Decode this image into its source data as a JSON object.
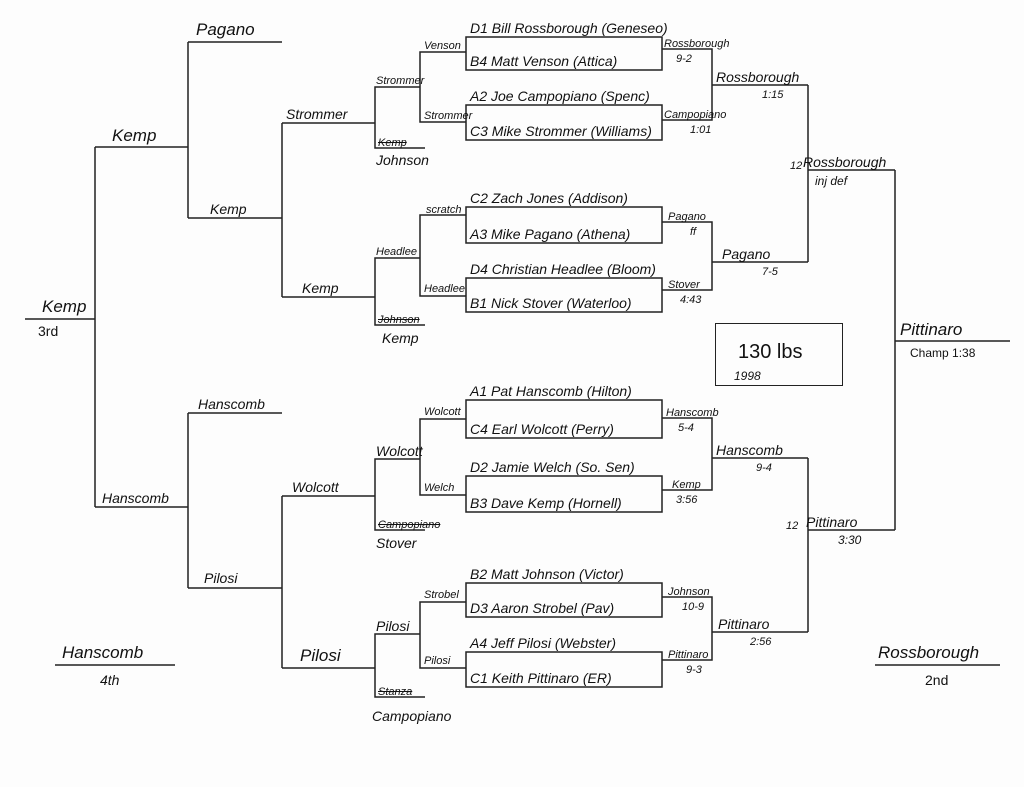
{
  "weight_class": {
    "label": "130 lbs",
    "year": "1998"
  },
  "round1": [
    {
      "top": "D1 Bill Rossborough (Geneseo)",
      "bottom": "B4 Matt Venson (Attica)",
      "winner": "Rossborough",
      "result": "9-2",
      "loser": "Venson"
    },
    {
      "top": "A2 Joe Campopiano (Spenc)",
      "bottom": "C3 Mike Strommer (Williams)",
      "winner": "Campopiano",
      "result": "1:01",
      "loser": "Strommer"
    },
    {
      "top": "C2 Zach Jones (Addison)",
      "bottom": "A3 Mike Pagano (Athena)",
      "winner": "Pagano",
      "result": "ff",
      "loser": "scratch"
    },
    {
      "top": "D4 Christian Headlee (Bloom)",
      "bottom": "B1 Nick Stover (Waterloo)",
      "winner": "Stover",
      "result": "4:43",
      "loser": "Headlee"
    },
    {
      "top": "A1 Pat Hanscomb (Hilton)",
      "bottom": "C4 Earl Wolcott (Perry)",
      "winner": "Hanscomb",
      "result": "5-4",
      "loser": "Wolcott"
    },
    {
      "top": "D2 Jamie Welch (So. Sen)",
      "bottom": "B3 Dave Kemp (Hornell)",
      "winner": "Kemp",
      "result": "3:56",
      "loser": "Welch"
    },
    {
      "top": "B2 Matt Johnson (Victor)",
      "bottom": "D3 Aaron Strobel (Pav)",
      "winner": "Johnson",
      "result": "10-9",
      "loser": "Strobel"
    },
    {
      "top": "A4 Jeff Pilosi (Webster)",
      "bottom": "C1 Keith Pittinaro (ER)",
      "winner": "Pittinaro",
      "result": "9-3",
      "loser": "Pilosi"
    }
  ],
  "quarters": [
    {
      "winner": "Rossborough",
      "result": "1:15"
    },
    {
      "winner": "Pagano",
      "result": "7-5"
    },
    {
      "winner": "Hanscomb",
      "result": "9-4"
    },
    {
      "winner": "Pittinaro",
      "result": "2:56"
    }
  ],
  "semis": [
    {
      "seed": "12",
      "winner": "Rossborough",
      "result": "inj def"
    },
    {
      "seed": "12",
      "winner": "Pittinaro",
      "result": "3:30"
    }
  ],
  "final": {
    "winner": "Pittinaro",
    "result": "Champ 1:38"
  },
  "consolation": {
    "c1": [
      "Strommer",
      "Headlee",
      "Wolcott",
      "Pilosi"
    ],
    "c1_crossed": [
      "Kemp",
      "Johnson",
      "Campopiano",
      "Stanza"
    ],
    "c1_drops": [
      "Johnson",
      "Kemp",
      "Stover",
      "Campopiano"
    ],
    "c2": [
      "Strommer",
      "Kemp",
      "Wolcott",
      "Pilosi"
    ],
    "c3_drops": [
      "Pagano",
      "Hanscomb",
      "Pilosi"
    ],
    "c3": [
      "Kemp",
      "Hanscomb",
      "Pilosi"
    ],
    "c3_top": "Kemp",
    "c3_bottom": "Hanscomb",
    "third": {
      "name": "Kemp",
      "place": "3rd"
    },
    "fourth": {
      "name": "Hanscomb",
      "place": "4th"
    },
    "second": {
      "name": "Rossborough",
      "place": "2nd"
    }
  }
}
